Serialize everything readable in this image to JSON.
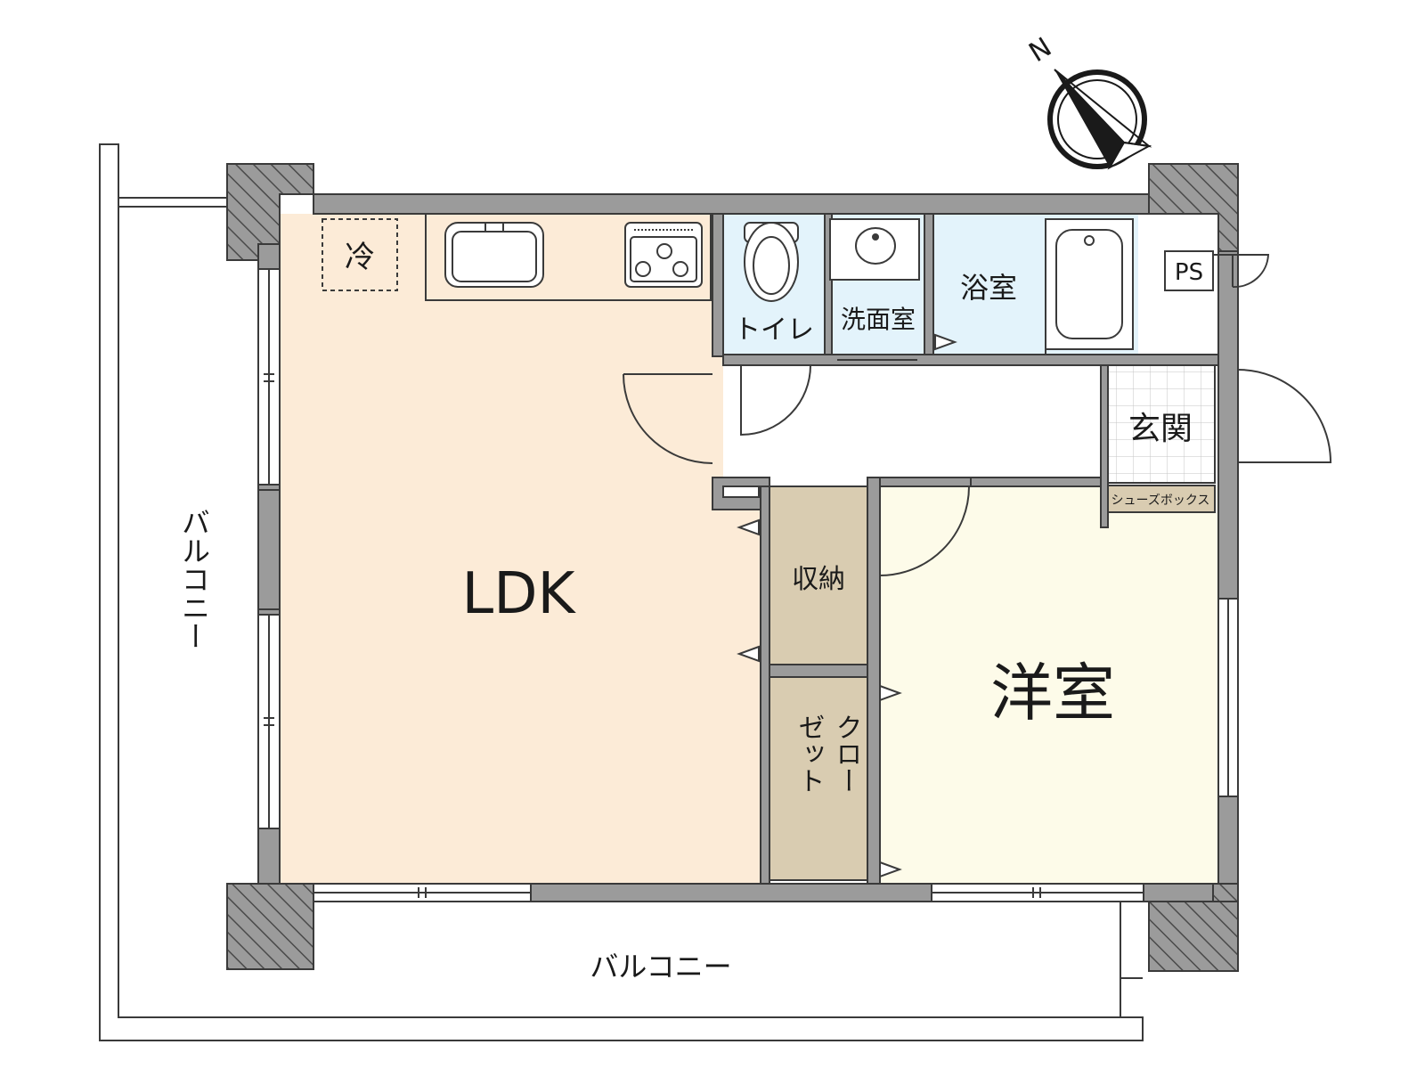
{
  "labels": {
    "fridge": "冷",
    "toilet": "トイレ",
    "washroom": "洗面室",
    "bathroom": "浴室",
    "ps": "PS",
    "entrance": "玄関",
    "shoebox": "シューズボックス",
    "ldk": "LDK",
    "storage": "収納",
    "closet_col1": "クロー",
    "closet_col2": "ゼット",
    "western_room": "洋室",
    "balcony_bottom": "バルコニー",
    "balcony_left": "バルコニー",
    "compass_north": "N"
  },
  "colors": {
    "ldk_floor": "#fcebd7",
    "western_floor": "#fdfbe9",
    "wet_area": "#e3f3fb",
    "storage_fill": "#d9ccb1",
    "wall": "#9b9b9b",
    "wall_edge": "#3a3a3a",
    "line": "#3a3a3a"
  }
}
